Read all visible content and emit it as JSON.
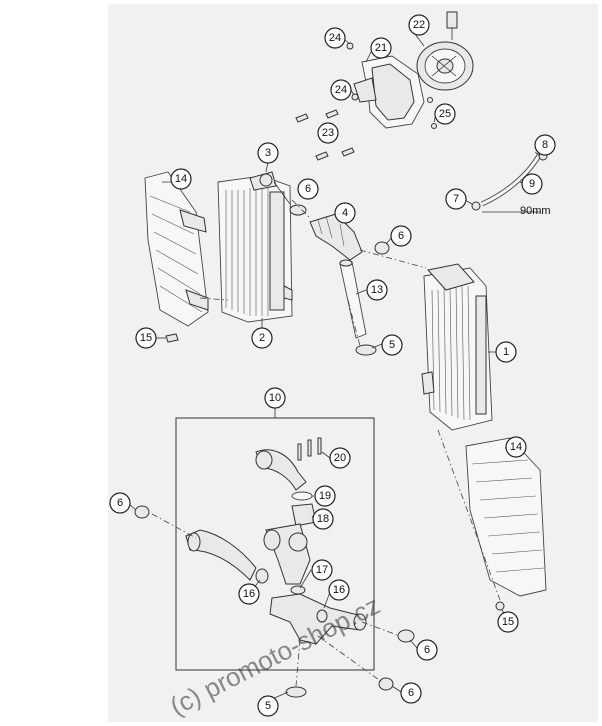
{
  "callouts": {
    "c1": "1",
    "c2": "2",
    "c3": "3",
    "c4": "4",
    "c5a": "5",
    "c5b": "5",
    "c6a": "6",
    "c6b": "6",
    "c6c": "6",
    "c6d": "6",
    "c6e": "6",
    "c7": "7",
    "c8": "8",
    "c9": "9",
    "c10": "10",
    "c13": "13",
    "c14a": "14",
    "c14b": "14",
    "c15a": "15",
    "c15b": "15",
    "c16a": "16",
    "c16b": "16",
    "c17": "17",
    "c18": "18",
    "c19": "19",
    "c20": "20",
    "c21": "21",
    "c22": "22",
    "c23": "23",
    "c24a": "24",
    "c24b": "24",
    "c25": "25"
  },
  "dimension_label": "90mm",
  "watermark": "(c) promoto-shop.cz"
}
